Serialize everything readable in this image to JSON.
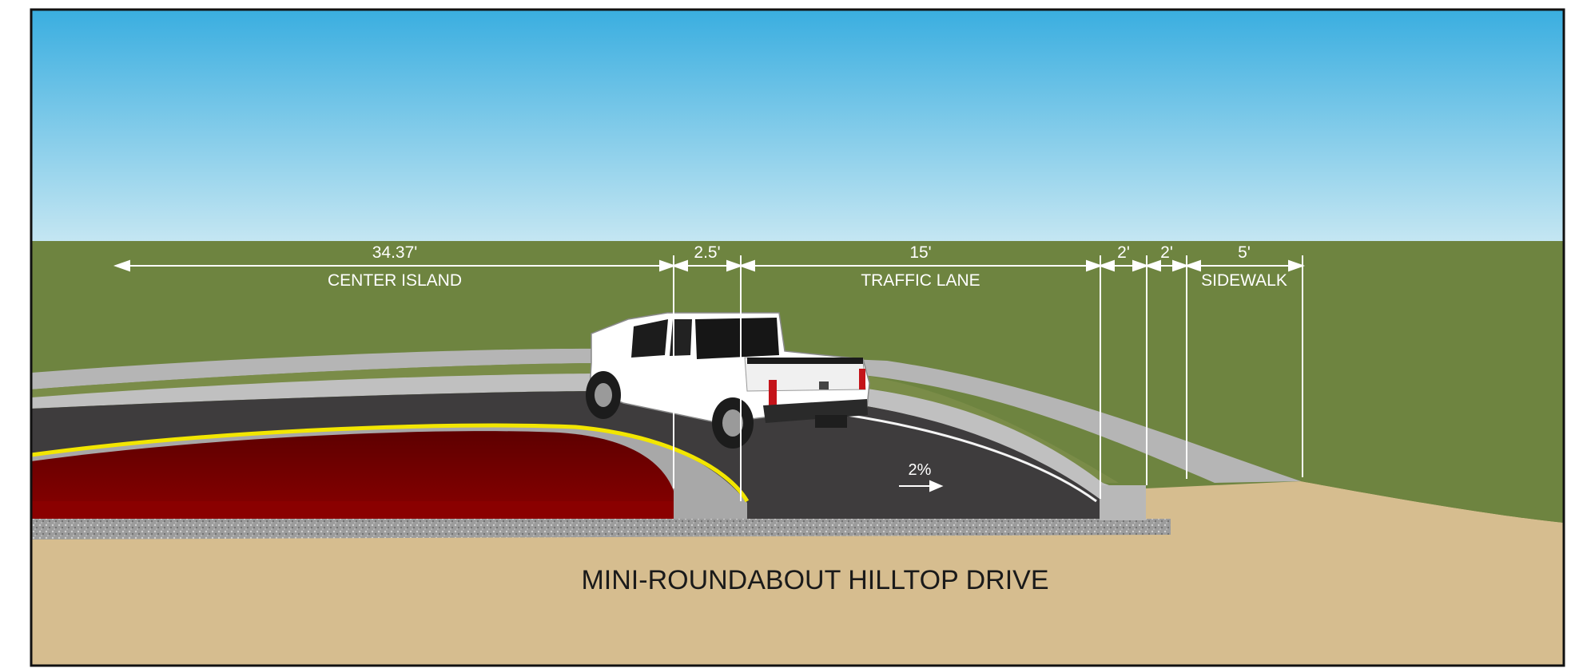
{
  "title": "MINI-ROUNDABOUT HILLTOP DRIVE",
  "slope_label": "2%",
  "dimensions": [
    {
      "value": "34.37'",
      "label": "CENTER ISLAND"
    },
    {
      "value": "2.5'",
      "label": ""
    },
    {
      "value": "15'",
      "label": "TRAFFIC LANE"
    },
    {
      "value": "2'",
      "label": ""
    },
    {
      "value": "2'",
      "label": ""
    },
    {
      "value": "5'",
      "label": "SIDEWALK"
    }
  ],
  "colors": {
    "sky_top": "#3aaee0",
    "sky_bottom": "#c4e6f2",
    "grass": "#6e8440",
    "soil": "#d6bd8f",
    "asphalt": "#3e3c3d",
    "center_island": "#730000",
    "curb": "#b3b3b3",
    "yellow_line": "#f2e600",
    "truck": "#ffffff"
  }
}
